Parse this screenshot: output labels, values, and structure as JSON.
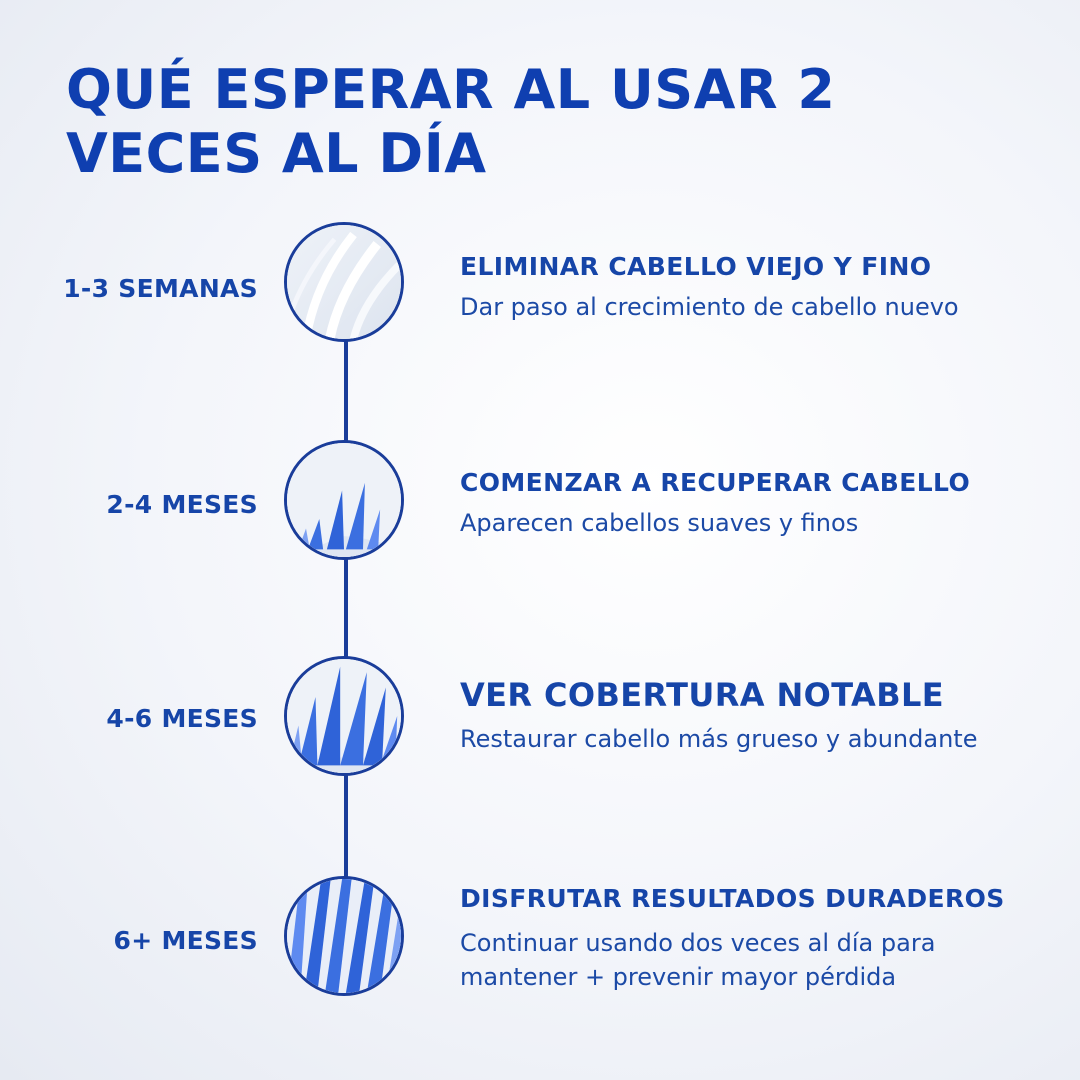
{
  "title": "QUÉ ESPERAR AL USAR 2 VECES AL DÍA",
  "colors": {
    "primary": "#1645a8",
    "line": "#1a3d9a",
    "hair": "#2f63d8"
  },
  "steps": [
    {
      "period": "1-3 SEMANAS",
      "heading": "ELIMINAR CABELLO VIEJO Y FINO",
      "description": "Dar paso al crecimiento de cabello nuevo",
      "icon": "white-hair-strands-icon"
    },
    {
      "period": "2-4 MESES",
      "heading": "COMENZAR A RECUPERAR CABELLO",
      "description": "Aparecen cabellos suaves y finos",
      "icon": "short-blue-hair-icon"
    },
    {
      "period": "4-6 MESES",
      "heading": "VER COBERTURA NOTABLE",
      "description": "Restaurar cabello más grueso y abundante",
      "icon": "medium-blue-hair-icon"
    },
    {
      "period": "6+ MESES",
      "heading": "DISFRUTAR RESULTADOS DURADEROS",
      "description": "Continuar usando dos veces al día para mantener + prevenir mayor pérdida",
      "icon": "full-blue-hair-icon"
    }
  ]
}
